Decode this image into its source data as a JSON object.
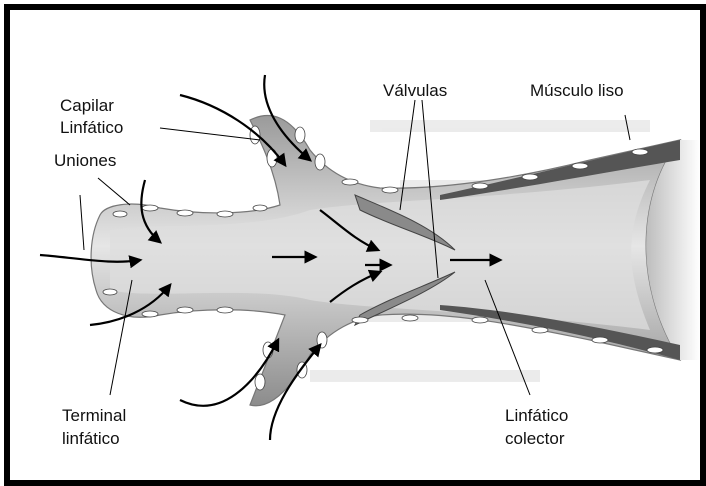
{
  "labels": {
    "capilar_linfatico_1": "Capilar",
    "capilar_linfatico_2": "Linfático",
    "uniones": "Uniones",
    "valvulas": "Válvulas",
    "musculo_liso": "Músculo liso",
    "terminal_linfatico_1": "Terminal",
    "terminal_linfatico_2": "linfático",
    "linfatico_colector_1": "Linfático",
    "linfatico_colector_2": "colector"
  },
  "colors": {
    "border": "#000000",
    "vessel_fill": "#c9c9c9",
    "vessel_wall": "#9a9a9a",
    "muscle": "#555555",
    "cell": "#ffffff",
    "arrow": "#000000"
  }
}
